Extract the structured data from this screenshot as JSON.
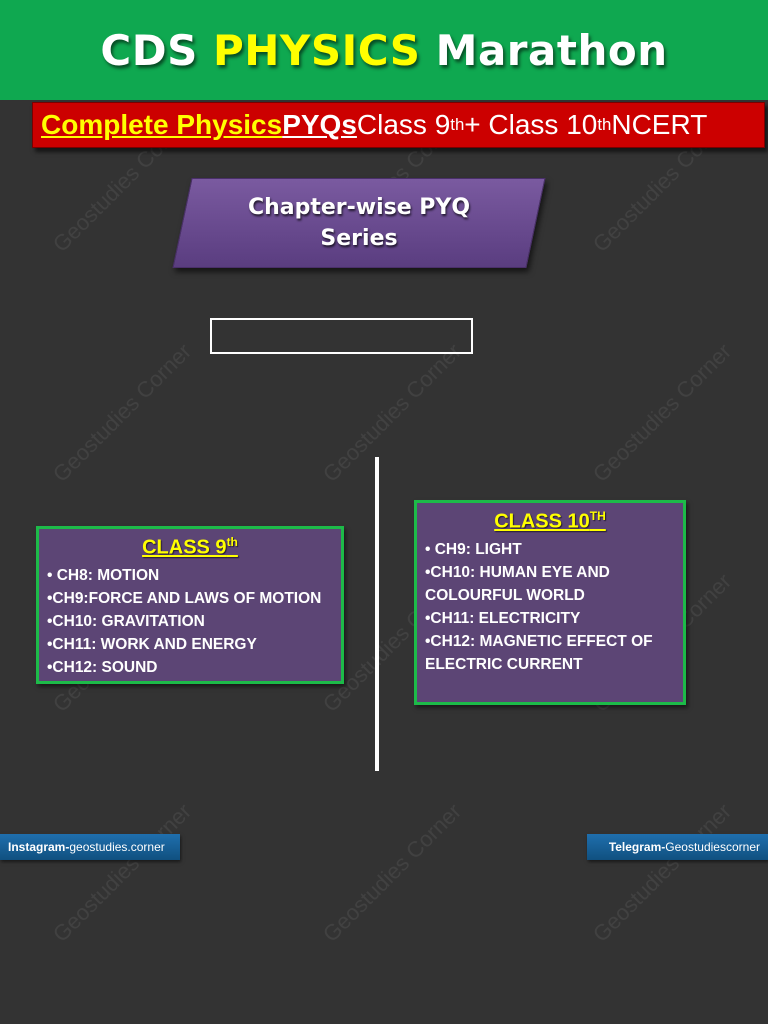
{
  "header": {
    "title_part1": "CDS ",
    "title_part2": "PHYSICS",
    "title_part3": " Marathon"
  },
  "subtitle": {
    "part1": "Complete Physics ",
    "part2": "PYQs ",
    "part3": "Class 9",
    "sup1": "th",
    "part4": " + Class 10",
    "sup2": "th",
    "part5": " NCERT"
  },
  "banner": {
    "text": "Chapter-wise PYQ Series"
  },
  "class9": {
    "title": "CLASS 9",
    "title_sup": "th",
    "chapters": [
      "• CH8: MOTION",
      "•CH9:FORCE AND LAWS OF MOTION",
      "•CH10: GRAVITATION",
      "•CH11: WORK AND ENERGY",
      "•CH12: SOUND"
    ]
  },
  "class10": {
    "title": "CLASS 10",
    "title_sup": "TH",
    "chapters": [
      "• CH9: LIGHT",
      "•CH10: HUMAN EYE AND COLOURFUL WORLD",
      "•CH11: ELECTRICITY",
      "•CH12: MAGNETIC EFFECT OF ELECTRIC CURRENT"
    ]
  },
  "social": {
    "instagram_key": "Instagram- ",
    "instagram_val": "geostudies.corner",
    "telegram_key": "Telegram- ",
    "telegram_val": "Geostudiescorner"
  },
  "watermark": "Geostudies Corner",
  "colors": {
    "background": "#333333",
    "header_green": "#0fa850",
    "subtitle_red": "#cc0000",
    "accent_yellow": "#ffff00",
    "box_purple": "#5c4575",
    "box_border_green": "#1dba49",
    "social_blue": "#1f6fae"
  }
}
